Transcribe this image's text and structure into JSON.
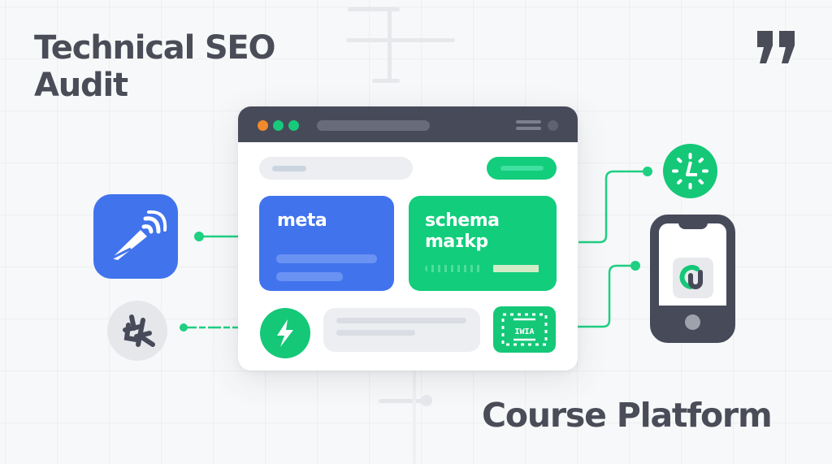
{
  "headline": {
    "top": "Technical SEO Audit",
    "top_line1": "Technical SEO",
    "top_line2": "Audit",
    "bottom": "Course Platform"
  },
  "decor": {
    "quote_icon": "closing-quote-icon"
  },
  "browser": {
    "traffic_lights": [
      "#f08a2c",
      "#17c97a",
      "#17c97a"
    ],
    "titlebar_color": "#464a59",
    "cards": [
      {
        "label": "meta",
        "color": "#4173ed"
      },
      {
        "label_line1": "schema",
        "label_line2": "maɪkp",
        "color": "#12cd7c"
      }
    ],
    "bottom_row": {
      "bolt_icon": "lightning-bolt-icon",
      "code_badge_text": "IWIA"
    }
  },
  "side_icons": {
    "left": [
      "microphone-icon",
      "globe-icon"
    ],
    "right": [
      "clock-icon",
      "smartphone-icon"
    ]
  },
  "colors": {
    "green": "#14c878",
    "blue": "#4173ed",
    "dark": "#464a59",
    "text": "#4a4d57"
  }
}
